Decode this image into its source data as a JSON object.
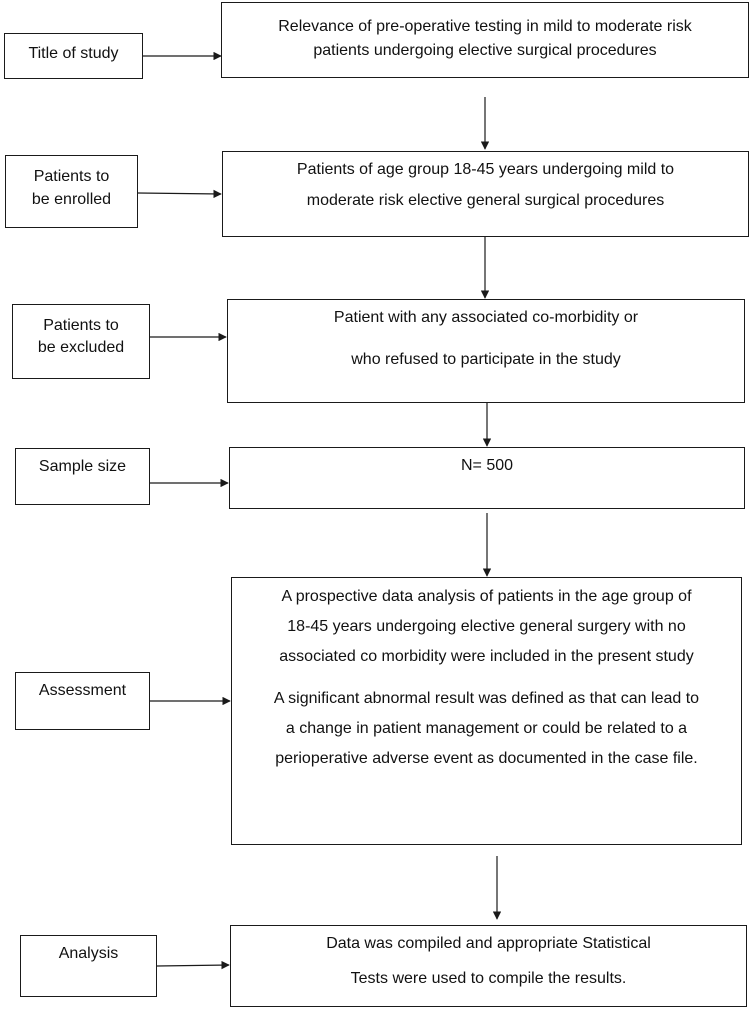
{
  "rows": [
    {
      "id": "title",
      "label": "Title of study",
      "content": [
        "Relevance of pre-operative testing in mild to moderate risk",
        "patients undergoing elective surgical procedures"
      ]
    },
    {
      "id": "enrolled",
      "label": "Patients to be enrolled",
      "label_lines": [
        "Patients to",
        "be enrolled"
      ],
      "content": [
        "Patients of age group 18-45 years undergoing mild to",
        "moderate risk elective general surgical procedures"
      ]
    },
    {
      "id": "excluded",
      "label": "Patients to be excluded",
      "label_lines": [
        "Patients to",
        "be excluded"
      ],
      "content": [
        "Patient with any associated co-morbidity or",
        "who refused to participate in the study"
      ]
    },
    {
      "id": "sample",
      "label": "Sample size",
      "content": [
        "N= 500"
      ]
    },
    {
      "id": "assessment",
      "label": "Assessment",
      "content": [
        "A prospective data analysis of patients in the age group of",
        "18-45 years undergoing elective general surgery with no",
        "associated co morbidity were included in the present study",
        "A significant abnormal result was defined as that can lead to",
        "a change in patient management or could be related to a",
        "perioperative adverse event as documented in the case file."
      ]
    },
    {
      "id": "analysis",
      "label": "Analysis",
      "content": [
        "Data was compiled and appropriate Statistical",
        "Tests were used to compile the results."
      ]
    }
  ],
  "style": {
    "stroke": "#1a1a1a",
    "background": "#ffffff"
  }
}
